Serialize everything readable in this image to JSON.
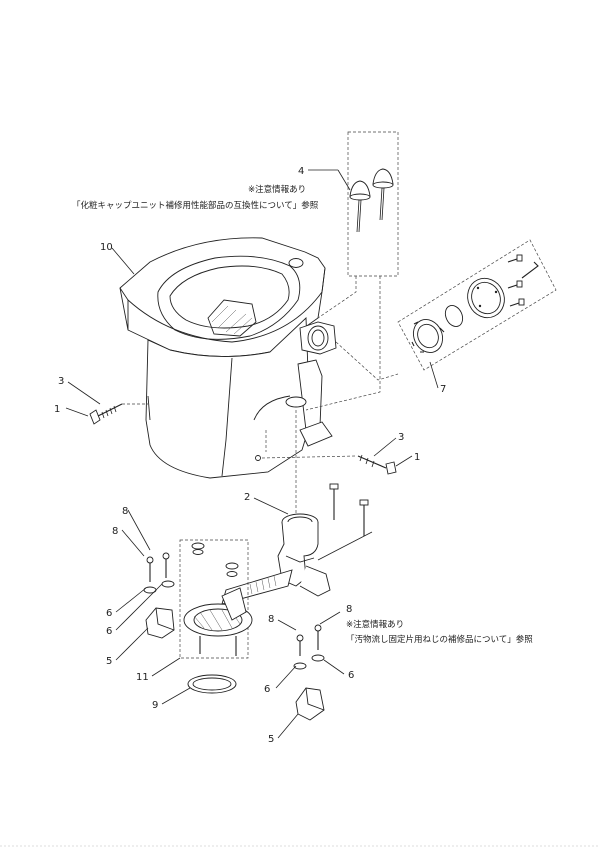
{
  "callouts": {
    "c1_left": "1",
    "c1_right": "1",
    "c2": "2",
    "c3_left": "3",
    "c3_right": "3",
    "c4": "4",
    "c5_left": "5",
    "c5_right": "5",
    "c6_a": "6",
    "c6_b": "6",
    "c6_c": "6",
    "c6_d": "6",
    "c7": "7",
    "c8_a": "8",
    "c8_b": "8",
    "c8_c": "8",
    "c8_d": "8",
    "c9": "9",
    "c10": "10",
    "c11": "11"
  },
  "notes": {
    "top_note_line1": "※注意情報あり",
    "top_note_line2": "「化粧キャップユニット補修用性能部品の互換性について」参照",
    "bottom_note_line1": "※注意情報あり",
    "bottom_note_line2": "「汚物流し固定片用ねじの補修品について」参照"
  }
}
